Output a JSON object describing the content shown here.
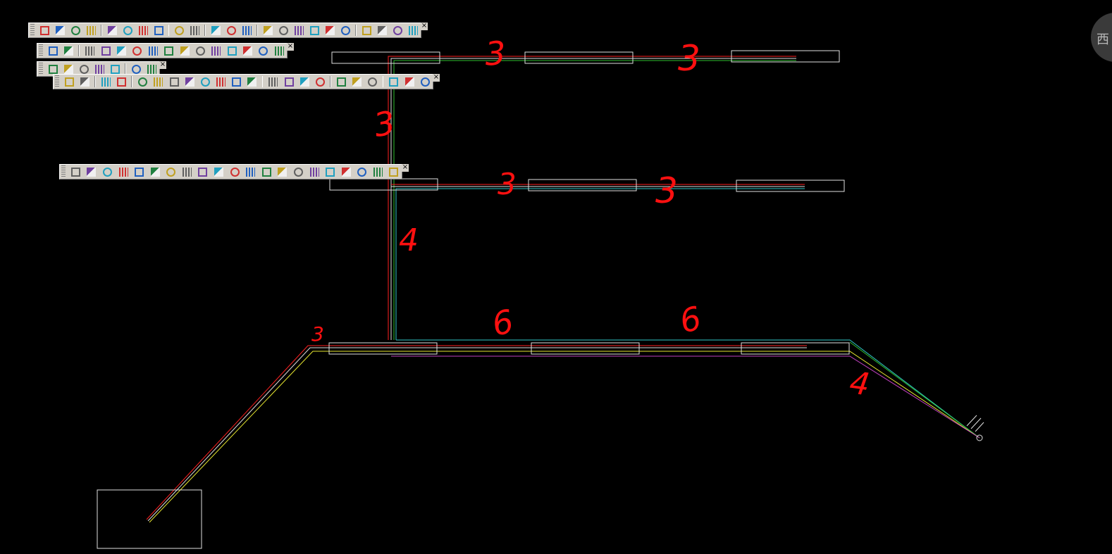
{
  "viewcube": {
    "label": "西"
  },
  "toolbars": [
    {
      "id": "tb1",
      "close_label": "×",
      "icons": [
        "axis-grid-icon",
        "column-icon",
        "beam-icon",
        "stair-icon",
        "sep",
        "dim-vertical-icon",
        "dim-horizontal-icon",
        "dim-elevation-icon",
        "dim-width-icon",
        "sep",
        "slope-icon",
        "fill-icon",
        "sep",
        "text-edit-icon",
        "text-icon",
        "text-list-icon",
        "sep",
        "axis-dim-icon",
        "axis-dim2-icon",
        "axis-dim3-icon",
        "circle-mark-icon",
        "angle-icon",
        "rotate-icon",
        "sep",
        "copy-icon",
        "move-icon",
        "pan-icon",
        "clipboard-icon"
      ]
    },
    {
      "id": "tb2",
      "close_label": "×",
      "icons": [
        "layers-icon",
        "layer-state-icon",
        "sep",
        "bulb-icon",
        "bulb-off-icon",
        "bulb-on-icon",
        "layer-freeze-icon",
        "sun-icon",
        "sun2-icon",
        "sun3-icon",
        "lock-icon",
        "lock2-icon",
        "lock3-icon",
        "layer-walk-icon",
        "layer-merge-icon",
        "layer-iso-icon"
      ]
    },
    {
      "id": "tb3",
      "close_label": "×",
      "icons": [
        "viewport-icon",
        "globe-icon",
        "globe-add-icon",
        "globe-remove-icon",
        "no-globe-icon",
        "sep",
        "box-icon",
        "box-remove-icon"
      ]
    },
    {
      "id": "tb4",
      "close_label": "×",
      "icons": [
        "open-view-icon",
        "zoom-icon",
        "sep",
        "table-icon",
        "image-icon",
        "sep",
        "leader-icon",
        "center-icon",
        "pipe-icon",
        "list-icon",
        "text-a-icon",
        "block-icon",
        "elevation-icon",
        "text-ab-icon",
        "sep",
        "calc-icon",
        "ruler-icon",
        "plan-icon",
        "house-icon",
        "sep",
        "eye-red-icon",
        "pencil-icon",
        "eye-icon",
        "sep",
        "grid-view-icon",
        "frame-icon",
        "brush-icon"
      ]
    },
    {
      "id": "tb5",
      "close_label": "×",
      "icons": [
        "open-dwg-icon",
        "edit-icon",
        "layers-icon",
        "axis-grid-icon",
        "column-icon",
        "wall-icon",
        "door-icon",
        "window-icon",
        "table-icon",
        "room-icon",
        "section-icon",
        "mail-icon",
        "print-icon",
        "paint-icon",
        "book-icon",
        "sheet-icon",
        "elevation-icon",
        "list-icon",
        "text-a-icon",
        "target-icon",
        "help-icon"
      ]
    }
  ],
  "annotations": [
    {
      "text": "3",
      "note": "segment mark"
    },
    {
      "text": "3",
      "note": "segment mark"
    },
    {
      "text": "3",
      "note": "segment mark"
    },
    {
      "text": "3",
      "note": "segment mark"
    },
    {
      "text": "3",
      "note": "segment mark"
    },
    {
      "text": "4",
      "note": "segment mark"
    },
    {
      "text": "3",
      "note": "segment mark"
    },
    {
      "text": "6",
      "note": "segment mark"
    },
    {
      "text": "6",
      "note": "segment mark"
    },
    {
      "text": "4",
      "note": "segment mark"
    }
  ],
  "colors": {
    "background": "#000000",
    "red": "#ff2020",
    "green": "#30c030",
    "cyan": "#30c8c8",
    "yellow": "#e8e830",
    "magenta": "#c040c0",
    "white": "#e0e0e0",
    "ink": "#ff1010"
  }
}
